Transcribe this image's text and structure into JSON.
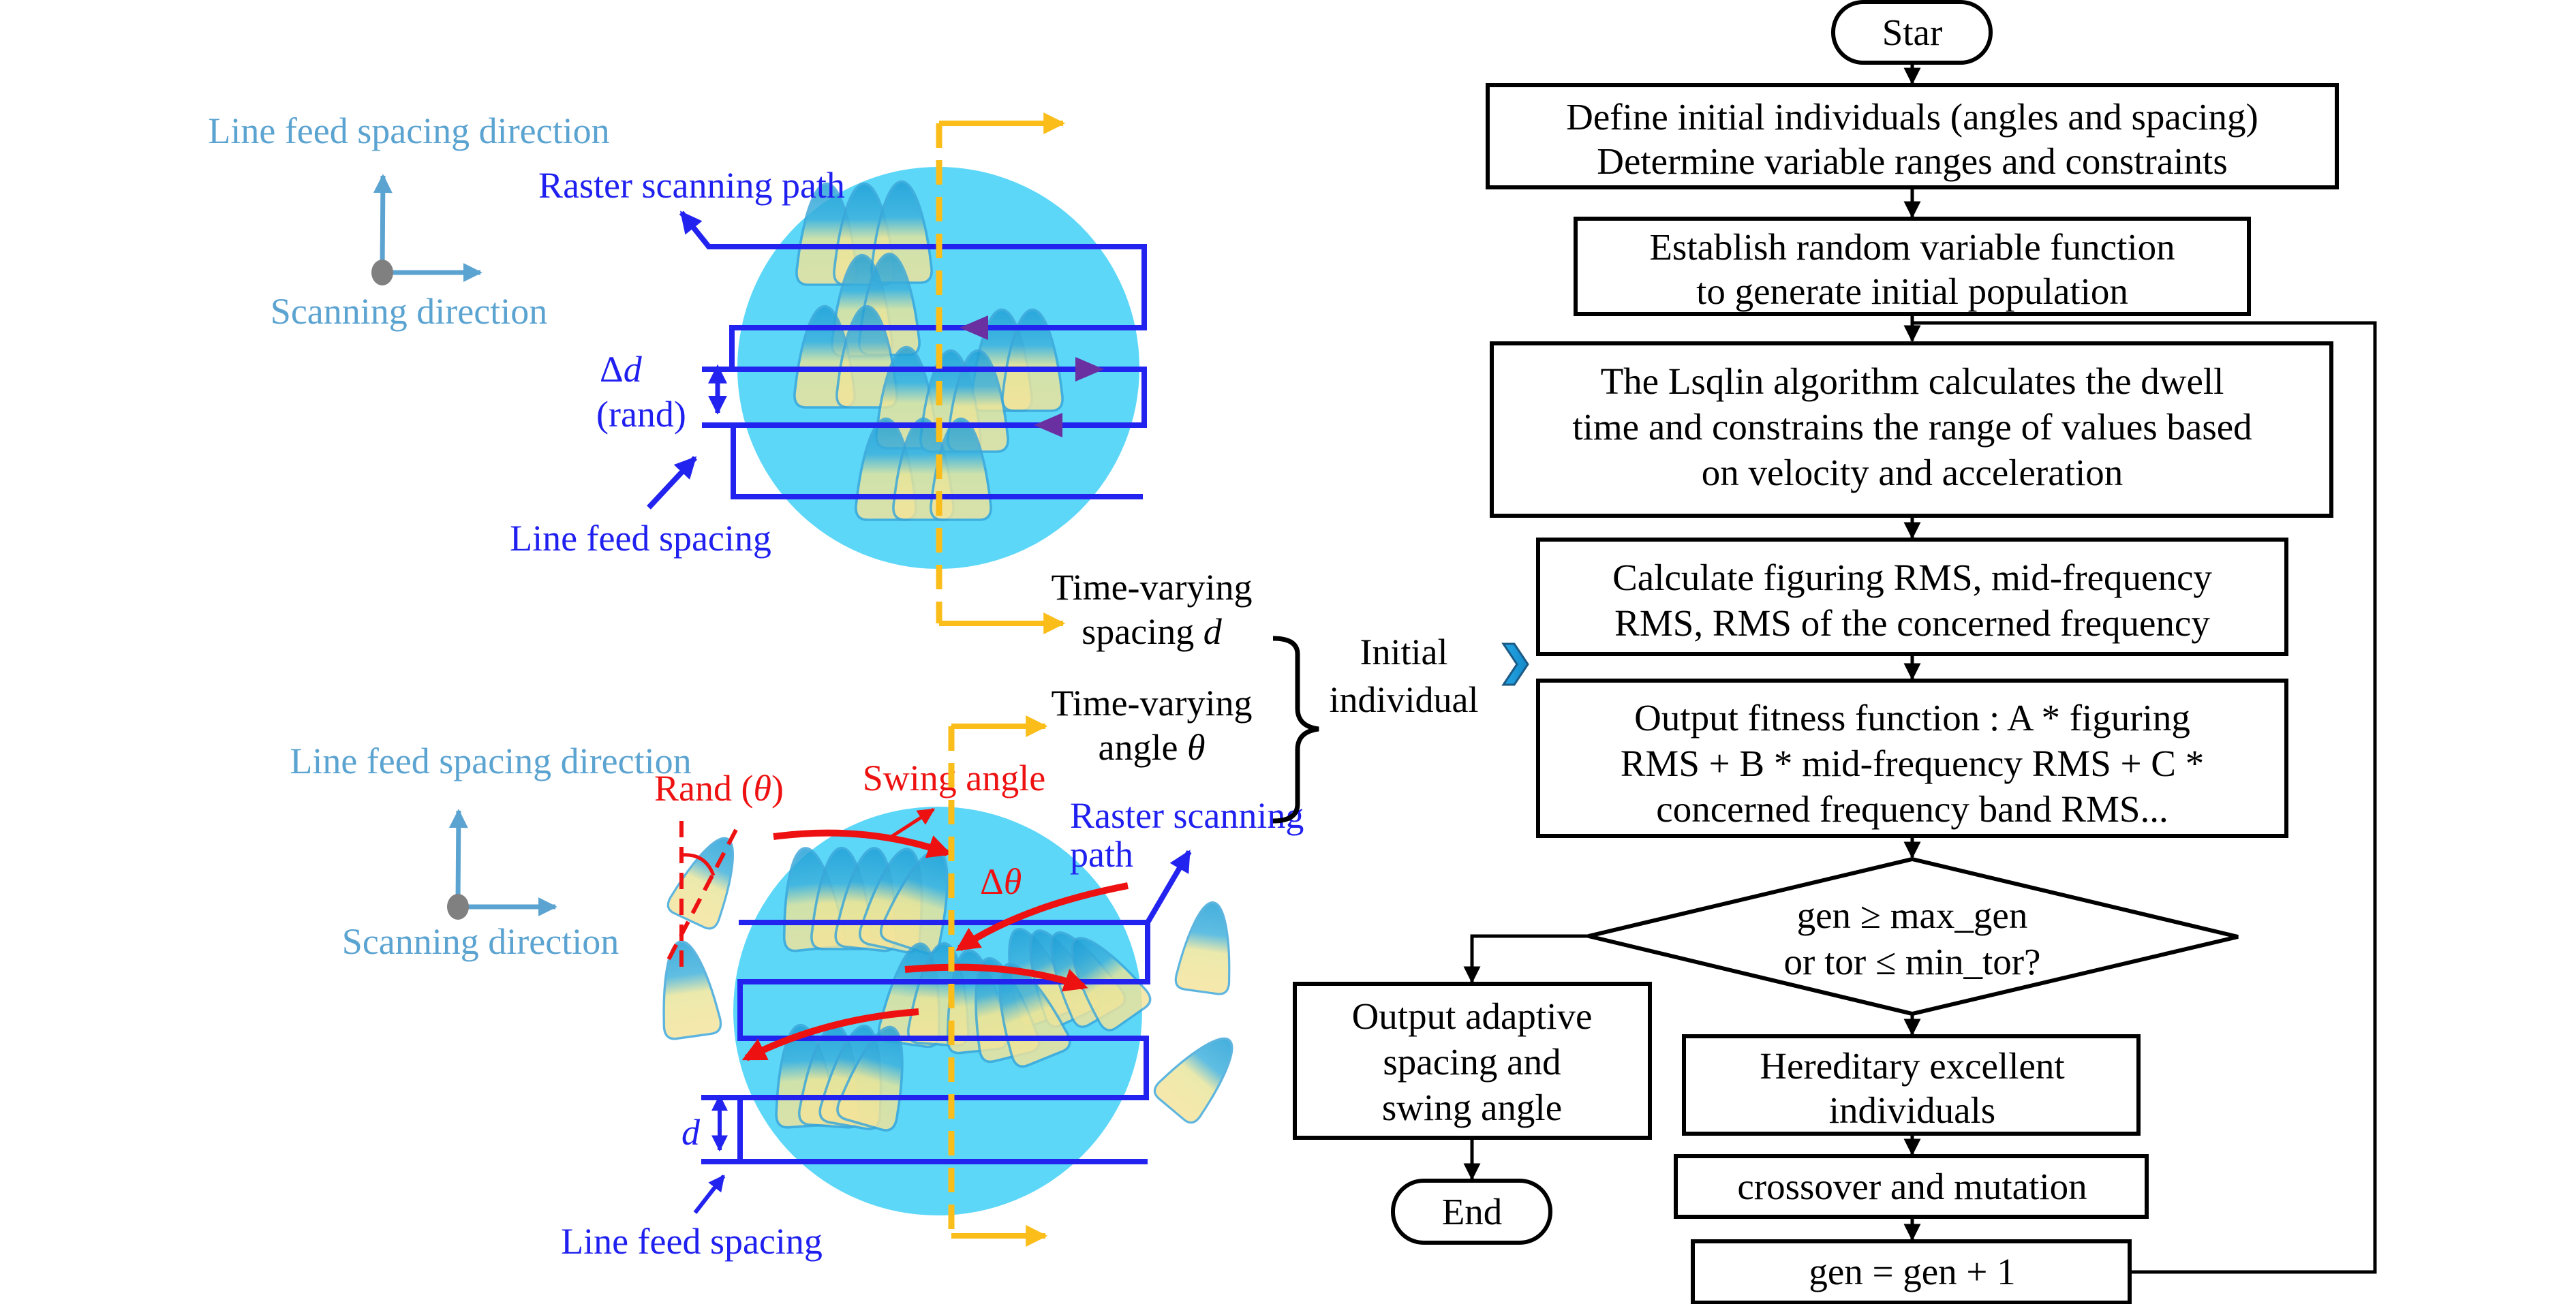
{
  "colors": {
    "axis_label": "#5ba3d0",
    "raster_blue": "#2323f0",
    "circle_fill": "#5cd7f8",
    "swing_red": "#ee1111",
    "center_dash": "#fbbd1a",
    "direction_marker": "#6a2fa0",
    "tool_tip": "#1e9ed6",
    "tool_body": "#f8e39a",
    "chevron": "#1e9ed6"
  },
  "top_panel": {
    "axis_y_label": "Line feed spacing direction",
    "axis_x_label": "Scanning direction",
    "raster_label": "Raster scanning path",
    "delta_d_symbol": "Δ",
    "delta_d_var": "d",
    "delta_d_note": "(rand)",
    "line_feed_label": "Line feed spacing"
  },
  "bottom_panel": {
    "axis_y_label": "Line feed spacing direction",
    "axis_x_label": "Scanning direction",
    "rand_theta_prefix": "Rand (",
    "rand_theta_var": "θ",
    "rand_theta_suffix": ")",
    "swing_angle_label": "Swing angle",
    "delta_theta_symbol": "Δ",
    "delta_theta_var": "θ",
    "raster_label_line1": "Raster scanning",
    "raster_label_line2": "path",
    "d_var": "d",
    "line_feed_label": "Line feed spacing"
  },
  "middle": {
    "spacing_line1": "Time-varying",
    "spacing_line2_text": "spacing ",
    "spacing_line2_var": "d",
    "angle_line1": "Time-varying",
    "angle_line2_text": "angle ",
    "angle_line2_var": "θ",
    "initial_line1": "Initial",
    "initial_line2": "individual"
  },
  "flowchart": {
    "start": "Star",
    "define": [
      "Define initial individuals (angles and spacing)",
      "Determine variable ranges and constraints"
    ],
    "establish": [
      "Establish random variable function",
      "to generate initial population"
    ],
    "lsqlin": [
      "The Lsqlin algorithm calculates the dwell",
      "time and constrains the range of values based",
      "on velocity and acceleration"
    ],
    "calculate": [
      "Calculate figuring RMS, mid-frequency",
      "RMS, RMS of the concerned frequency"
    ],
    "fitness": [
      "Output fitness function : A * figuring",
      "RMS + B * mid-frequency RMS + C *",
      "concerned frequency band RMS..."
    ],
    "decision": [
      "gen ≥ max_gen",
      "or tor ≤ min_tor?"
    ],
    "output": [
      "Output adaptive",
      "spacing and",
      "swing angle"
    ],
    "end": "End",
    "hereditary": [
      "Hereditary excellent",
      "individuals"
    ],
    "crossover": "crossover and mutation",
    "increment": "gen = gen + 1"
  }
}
